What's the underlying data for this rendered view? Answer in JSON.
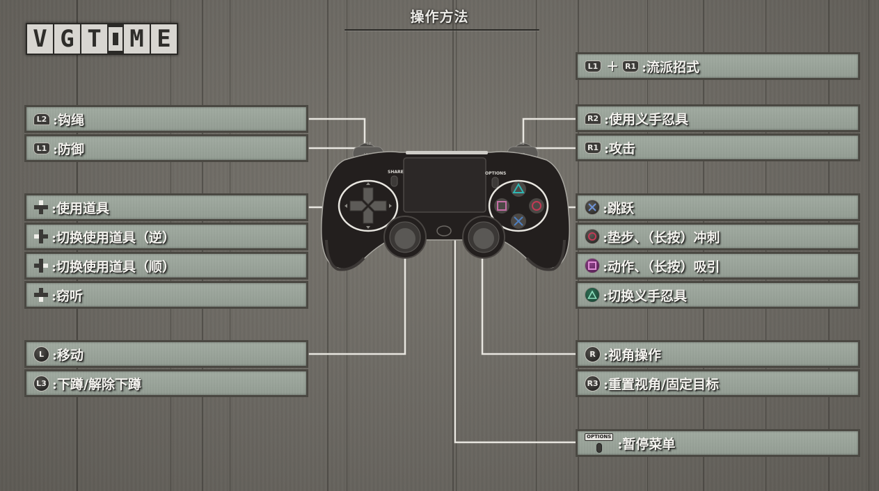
{
  "logo": {
    "letters": [
      "V",
      "G",
      "T",
      "M",
      "E"
    ],
    "separator": "dot"
  },
  "title": "操作方法",
  "colors": {
    "panel_bg": "#9aa49a",
    "panel_border": "#4a4842",
    "background": "#6f6c66",
    "controller_body": "#231f1e",
    "cross": "#4f7fbf",
    "circle": "#c23a55",
    "square": "#c66fa7",
    "triangle": "#2fb6b3",
    "leader_line": "#e8e6e0"
  },
  "controller": {
    "share_label": "SHARE",
    "options_label": "OPTIONS",
    "l2_label": "L2",
    "l1_label": "L1",
    "r2_label": "R2",
    "r1_label": "R1"
  },
  "left_panels": [
    {
      "button": "L2",
      "icon": "l2-trigger-icon",
      "text": "钩绳"
    },
    {
      "button": "L1",
      "icon": "l1-bumper-icon",
      "text": "防御"
    },
    {
      "button": "dpad-up",
      "icon": "dpad-up-icon",
      "text": "使用道具"
    },
    {
      "button": "dpad-left",
      "icon": "dpad-left-icon",
      "text": "切换使用道具（逆）"
    },
    {
      "button": "dpad-right",
      "icon": "dpad-right-icon",
      "text": "切换使用道具（顺）"
    },
    {
      "button": "dpad-down",
      "icon": "dpad-down-icon",
      "text": "窃听"
    },
    {
      "button": "L",
      "icon": "left-stick-icon",
      "text": "移动"
    },
    {
      "button": "L3",
      "icon": "l3-press-icon",
      "text": "下蹲/解除下蹲"
    }
  ],
  "right_panels": [
    {
      "button_a": "L1",
      "plus": "＋",
      "button_b": "R1",
      "icon": "l1-r1-combo-icon",
      "text": "流派招式"
    },
    {
      "button": "R2",
      "icon": "r2-trigger-icon",
      "text": "使用义手忍具"
    },
    {
      "button": "R1",
      "icon": "r1-bumper-icon",
      "text": "攻击"
    },
    {
      "button": "cross",
      "icon": "cross-button-icon",
      "text": "跳跃"
    },
    {
      "button": "circle",
      "icon": "circle-button-icon",
      "text": "垫步、（长按）冲刺"
    },
    {
      "button": "square",
      "icon": "square-button-icon",
      "text": "动作、（长按）吸引"
    },
    {
      "button": "triangle",
      "icon": "triangle-button-icon",
      "text": "切换义手忍具"
    },
    {
      "button": "R",
      "icon": "right-stick-icon",
      "text": "视角操作"
    },
    {
      "button": "R3",
      "icon": "r3-press-icon",
      "text": "重置视角/固定目标"
    },
    {
      "button": "OPTIONS",
      "icon": "options-button-icon",
      "text": "暂停菜单"
    }
  ],
  "colon": ":"
}
